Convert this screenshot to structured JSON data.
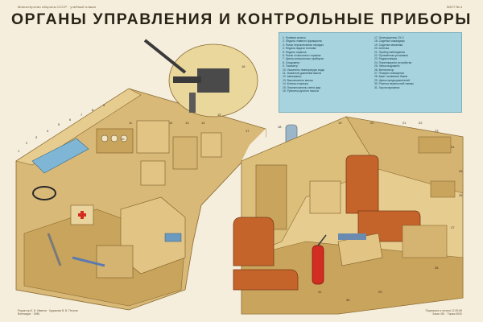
{
  "header": {
    "subtitle": "Министерство обороны СССР · учебный плакат",
    "code": "ЛИСТ № 4"
  },
  "title": "ОРГАНЫ УПРАВЛЕНИЯ И КОНТРОЛЬНЫЕ ПРИБОРЫ",
  "legend": {
    "left_items": [
      "1. Рулевое колесо",
      "2. Педаль главного фрикциона",
      "3. Рычаг переключения передач",
      "4. Педаль подачи топлива",
      "5. Педаль тормоза",
      "6. Рычаг стояночного тормоза",
      "7. Щиток контрольных приборов",
      "8. Спидометр",
      "9. Тахометр",
      "10. Указатель температуры воды",
      "11. Указатель давления масла",
      "12. Амперметр",
      "13. Выключатель массы",
      "14. Кнопка стартера",
      "15. Переключатель света фар",
      "16. Рукоятка ручного насоса"
    ],
    "right_items": [
      "17. Огнетушитель ОУ-2",
      "18. Сиденье командира",
      "19. Сиденье механика",
      "20. Аптечка",
      "21. Прибор наблюдения",
      "22. Пулемётная установка",
      "23. Радиостанция",
      "24. Переговорное устройство",
      "25. Лючок водомета",
      "26. Вентилятор",
      "27. Плафон освещения",
      "28. Кран топливных баков",
      "29. Щиток предохранителей",
      "30. Розетка переносной лампы",
      "31. Гирополукомпас"
    ]
  },
  "footer": {
    "left": [
      "Редактор И. И. Иванов · Художник В. В. Петров",
      "Воениздат · 1986"
    ],
    "right": [
      "Подписано к печати 12.05.86",
      "Заказ 451 · Тираж 5000"
    ]
  },
  "colors": {
    "paper": "#f5eedc",
    "hull": "#d9b978",
    "hull_dark": "#a8874a",
    "seat": "#c4642a",
    "legend_bg": "#a7d3de",
    "extinguisher": "#d22d20",
    "windshield": "#7fb6d6",
    "dome": "#e9d79c"
  },
  "diagram": {
    "num_labels": [
      "1",
      "2",
      "3",
      "4",
      "5",
      "6",
      "7",
      "8",
      "9",
      "10",
      "11",
      "12",
      "13",
      "14",
      "15",
      "16",
      "17",
      "18",
      "19",
      "20",
      "21",
      "22",
      "23",
      "24",
      "25",
      "26",
      "27",
      "28",
      "29",
      "30",
      "31"
    ]
  }
}
